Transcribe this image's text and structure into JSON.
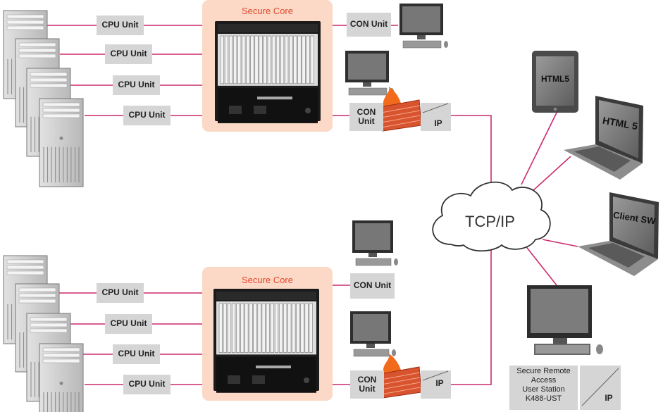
{
  "top_core": {
    "title": "Secure Core"
  },
  "bottom_core": {
    "title": "Secure Core"
  },
  "top_cpu_units": [
    "CPU Unit",
    "CPU Unit",
    "CPU Unit",
    "CPU Unit"
  ],
  "bottom_cpu_units": [
    "CPU Unit",
    "CPU Unit",
    "CPU Unit",
    "CPU Unit"
  ],
  "top_con_units": [
    "CON Unit",
    "CON\nUnit"
  ],
  "bottom_con_units": [
    "CON Unit",
    "CON\nUnit"
  ],
  "ip_labels": [
    "IP",
    "IP",
    "IP"
  ],
  "cloud": {
    "label": "TCP/IP"
  },
  "clients": {
    "tablet": "HTML5",
    "laptop1": "HTML 5",
    "laptop2": "Client SW"
  },
  "kiosk": {
    "label": "Secure Remote\nAccess\nUser Station\nK488-UST"
  },
  "colors": {
    "link": "#cc2a6e",
    "core_bg": "#fbd9c6",
    "core_title": "#e6482e",
    "label_bg": "#d5d5d5"
  }
}
